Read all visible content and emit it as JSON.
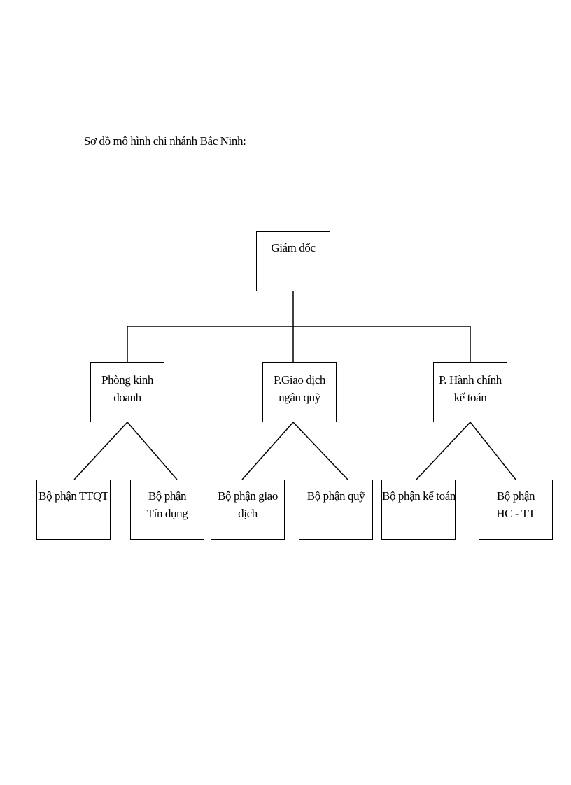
{
  "caption": "Sơ đồ mô hình chi nhánh Bắc Ninh:",
  "org_chart": {
    "root": {
      "lines": [
        "Giám đốc"
      ]
    },
    "departments": [
      {
        "lines": [
          "Phòng  kinh",
          "doanh"
        ]
      },
      {
        "lines": [
          "P.Giao dịch",
          "ngân quỹ"
        ]
      },
      {
        "lines": [
          "P. Hành chính",
          "kế toán"
        ]
      }
    ],
    "units": [
      {
        "lines": [
          "Bộ phận TTQT"
        ]
      },
      {
        "lines": [
          "Bộ phận",
          "Tín dụng"
        ]
      },
      {
        "lines": [
          "Bộ phận giao",
          "dịch"
        ]
      },
      {
        "lines": [
          "Bộ  phận quỹ"
        ]
      },
      {
        "lines": [
          "Bộ phận kế toán"
        ]
      },
      {
        "lines": [
          "Bộ phận",
          "HC - TT"
        ]
      }
    ]
  },
  "colors": {
    "line": "#000000",
    "box_border": "#000000",
    "background": "#ffffff"
  }
}
